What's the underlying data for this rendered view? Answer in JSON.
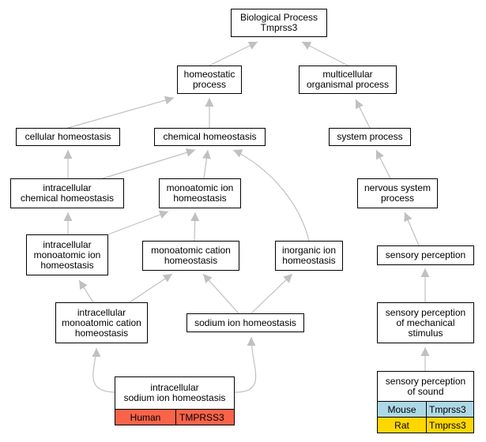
{
  "colors": {
    "edge": "#c0c0c0",
    "human": "#f9634a",
    "mouse": "#add8e6",
    "rat": "#ffd700"
  },
  "nodes": {
    "bp": "Biological Process\nTmprss3",
    "homeostatic": "homeostatic\nprocess",
    "multicellular": "multicellular\norganismal process",
    "cellular_homeostasis": "cellular homeostasis",
    "chemical_homeostasis": "chemical homeostasis",
    "system_process": "system process",
    "intracellular_chemical": "intracellular\nchemical homeostasis",
    "monoatomic_ion": "monoatomic ion\nhomeostasis",
    "nervous_system": "nervous system\nprocess",
    "intracellular_monoatomic_ion": "intracellular\nmonoatomic ion\nhomeostasis",
    "monoatomic_cation": "monoatomic cation\nhomeostasis",
    "inorganic_ion": "inorganic ion\nhomeostasis",
    "sensory_perception": "sensory perception",
    "intracellular_monoatomic_cation": "intracellular\nmonoatomic cation\nhomeostasis",
    "sodium_ion": "sodium ion homeostasis",
    "sensory_mechanical": "sensory perception\nof mechanical\nstimulus"
  },
  "gene_tables": {
    "sodium": {
      "title": "intracellular\nsodium ion homeostasis",
      "rows": [
        {
          "species": "Human",
          "gene": "TMPRSS3"
        }
      ]
    },
    "sound": {
      "title": "sensory perception\nof sound",
      "rows": [
        {
          "species": "Mouse",
          "gene": "Tmprss3"
        },
        {
          "species": "Rat",
          "gene": "Tmprss3"
        }
      ]
    }
  }
}
